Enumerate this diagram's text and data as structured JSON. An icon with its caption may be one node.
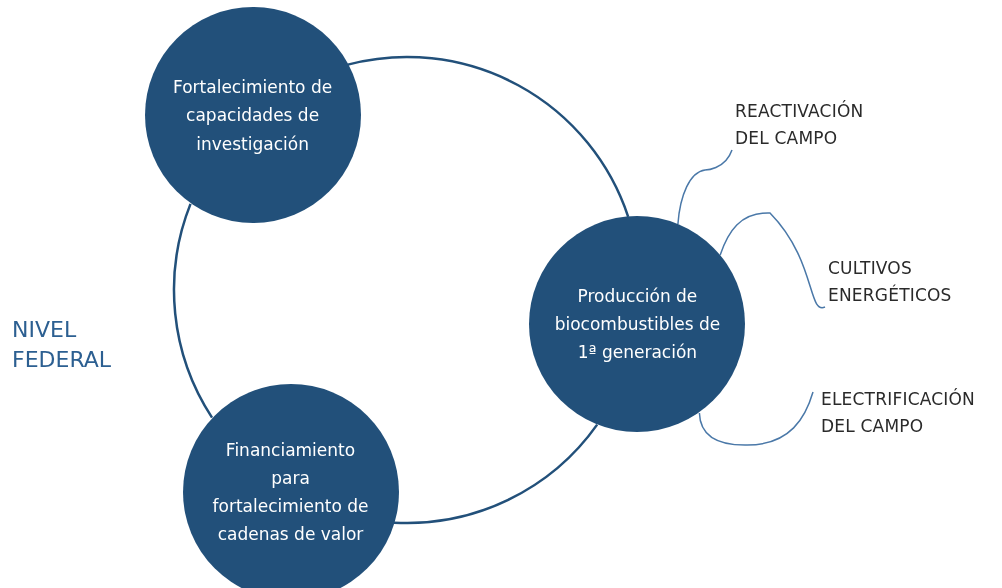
{
  "diagram": {
    "nodes": [
      {
        "text": [
          "Fortalecimiento de capacidades de investigación"
        ]
      },
      {
        "text": [
          "Producción de biocombustibles de 1ª generación"
        ]
      },
      {
        "text": [
          "Financiamiento para fortalecimiento de cadenas de valor"
        ]
      },
      {
        "text": [
          "REACTIVACIÓN DEL CAMPO"
        ]
      },
      {
        "text": [
          "CULTIVOS ENERGÉTICOS"
        ]
      },
      {
        "text": [
          "ELECTRIFICACIÓN DEL CAMPO"
        ]
      }
    ],
    "edges": [
      {
        "from": 0,
        "to": 1,
        "arrow": "none"
      },
      {
        "from": 1,
        "to": 2,
        "arrow": "none"
      },
      {
        "from": 2,
        "to": 0,
        "arrow": "none"
      },
      {
        "from": 3,
        "to": 1,
        "arrow": "none"
      },
      {
        "from": 4,
        "to": 1,
        "arrow": "none"
      },
      {
        "from": 5,
        "to": 1,
        "arrow": "none"
      }
    ],
    "labels": [
      "NIVEL FEDERAL"
    ]
  }
}
